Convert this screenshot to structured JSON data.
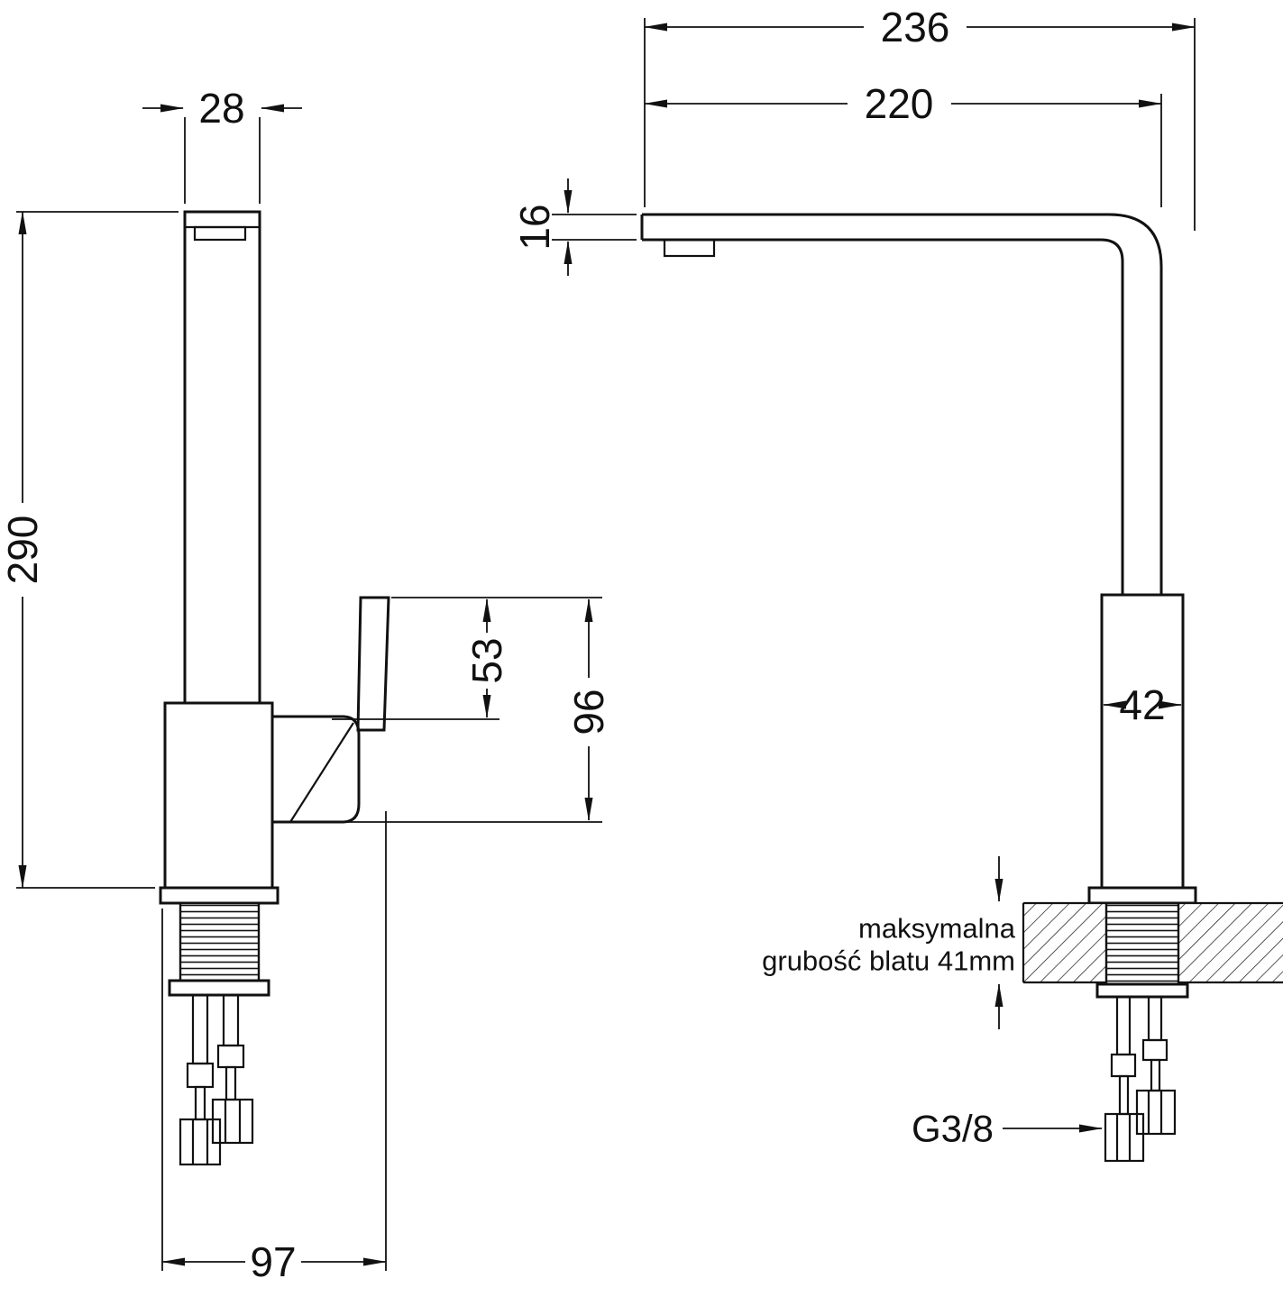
{
  "colors": {
    "line": "#111111",
    "background": "#ffffff"
  },
  "left_view": {
    "spout_width": "28",
    "total_height": "290",
    "handle_offset": "53",
    "handle_height": "96",
    "base_depth": "97"
  },
  "right_view": {
    "total_reach": "236",
    "spout_reach": "220",
    "spout_thickness": "16",
    "body_width": "42",
    "counter_note_line1": "maksymalna",
    "counter_note_line2": "grubość blatu 41mm",
    "connection_label": "G3/8"
  }
}
